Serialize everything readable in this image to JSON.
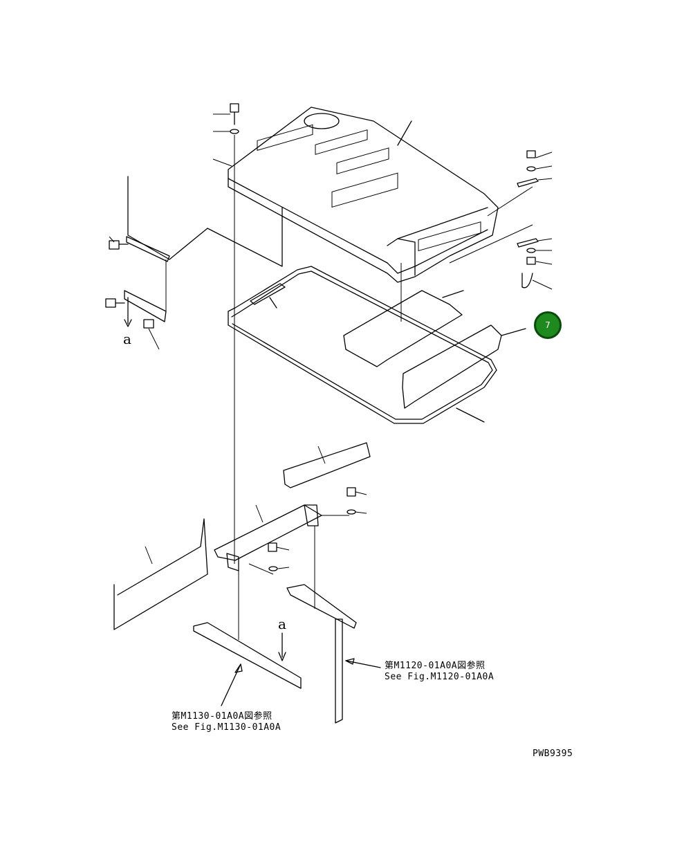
{
  "callout": {
    "number": "7",
    "color": "#1e8a1e"
  },
  "references": {
    "right_jp": "第M1120-01A0A図参照",
    "right_en": "See Fig.M1120-01A0A",
    "bottom_jp": "第M1130-01A0A図参照",
    "bottom_en": "See Fig.M1130-01A0A"
  },
  "view_markers": {
    "upper": "a",
    "lower": "a"
  },
  "drawing_id": "PWB9395"
}
